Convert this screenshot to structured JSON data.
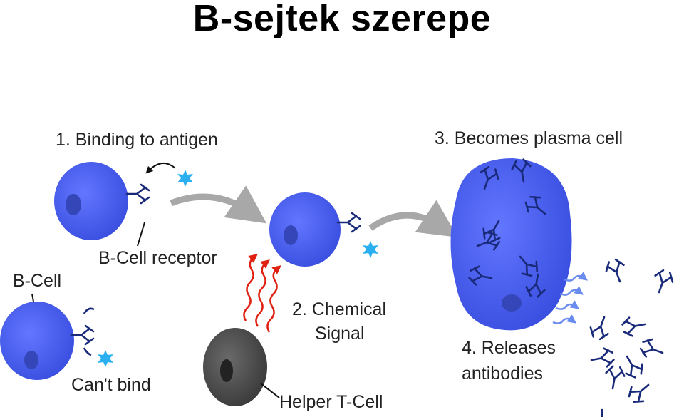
{
  "title": "B-sejtek szerepe",
  "labels": {
    "step1": "1. Binding to antigen",
    "step2_line1": "2. Chemical",
    "step2_line2": "Signal",
    "step3": "3. Becomes plasma cell",
    "step4_line1": "4. Releases",
    "step4_line2": "antibodies",
    "bcell_receptor": "B-Cell receptor",
    "bcell": "B-Cell",
    "cant_bind": "Can't bind",
    "helper_tcell": "Helper T-Cell"
  },
  "colors": {
    "cell_blue": "#4f63f0",
    "nucleus": "#3547b8",
    "antibody": "#1a2a7a",
    "antigen": "#2ab0f0",
    "signal_red": "#e02010",
    "arrow_gray": "#a8a8a8",
    "tcell_gray": "#4a4a4a"
  }
}
